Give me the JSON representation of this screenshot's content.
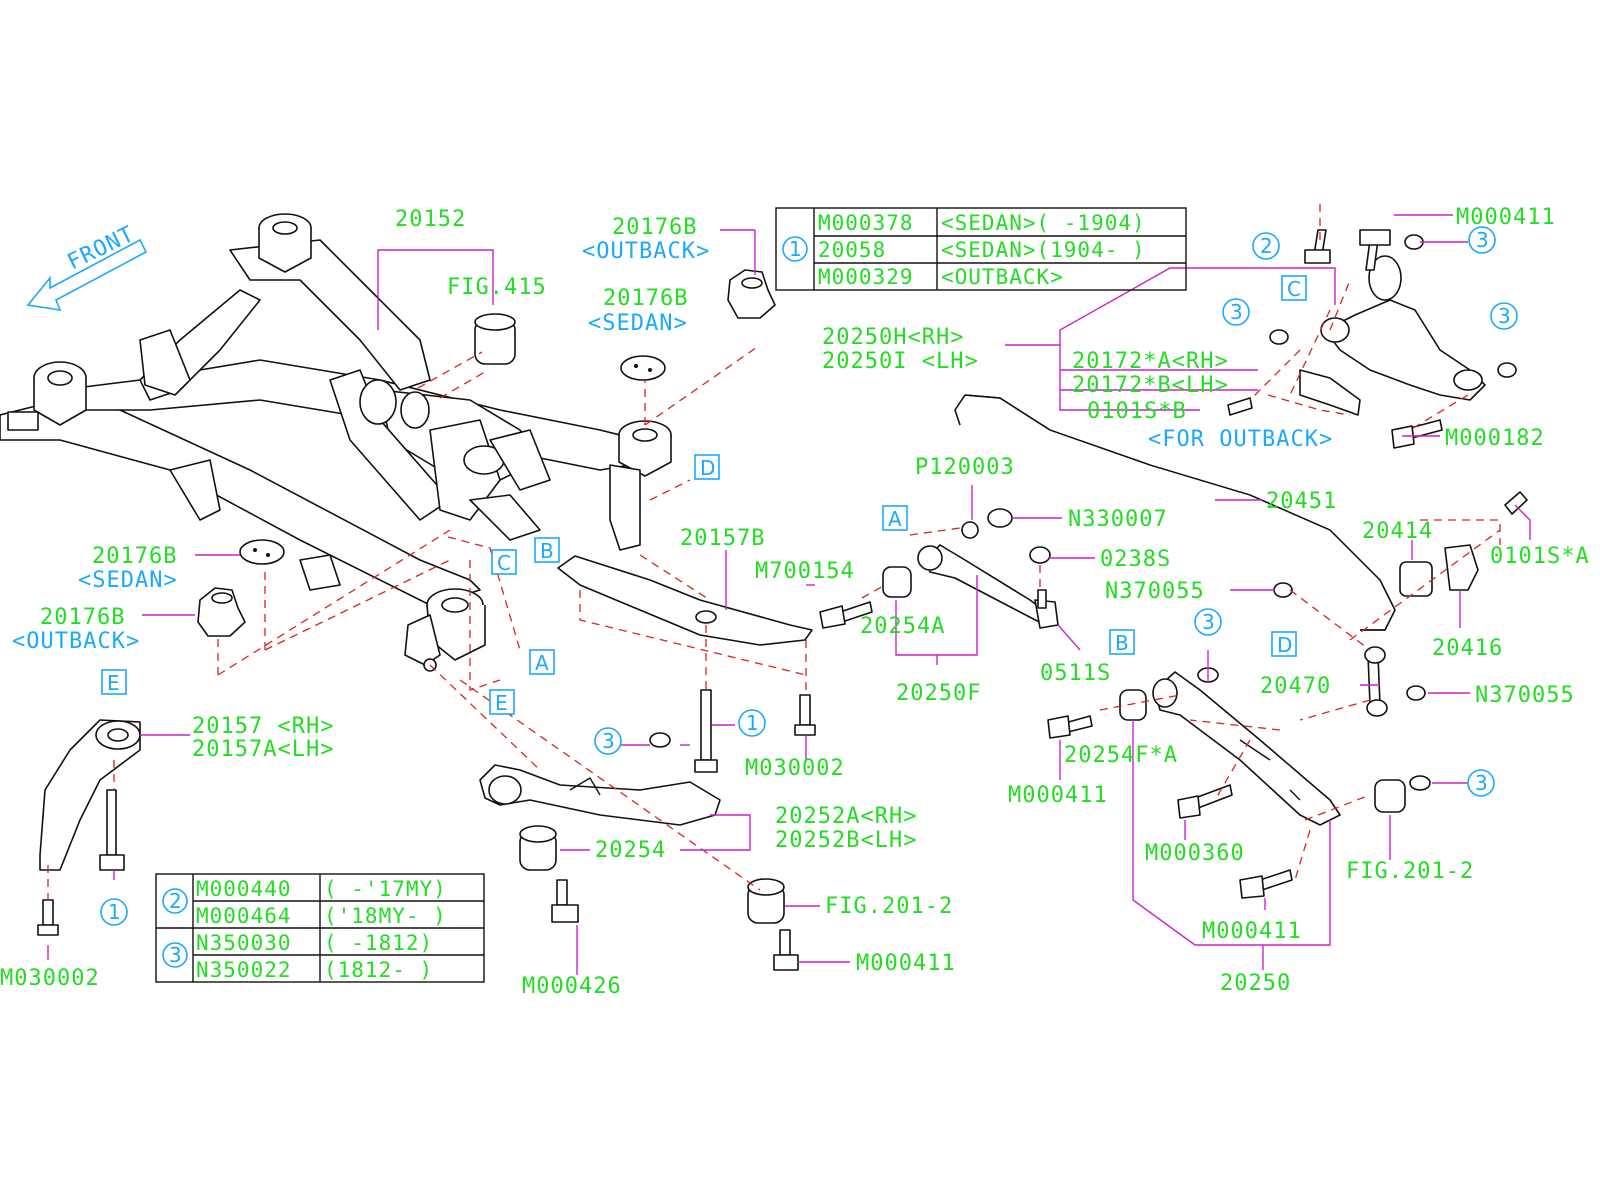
{
  "direction_label": "FRONT",
  "parts": {
    "p20152": "20152",
    "fig415": "FIG.415",
    "p20176b_outback_top": "20176B",
    "outback_top": "<OUTBACK>",
    "p20176b_sedan_top": "20176B",
    "sedan_top": "<SEDAN>",
    "p20176b_sedan_left": "20176B",
    "sedan_left": "<SEDAN>",
    "p20176b_outback_left": "20176B",
    "outback_left": "<OUTBACK>",
    "p20157_rh": "20157 <RH>",
    "p20157a_lh": "20157A<LH>",
    "m030002_left": "M030002",
    "p20157b": "20157B",
    "m700154": "M700154",
    "m030002_mid": "M030002",
    "p20252a_rh": "20252A<RH>",
    "p20252b_lh": "20252B<LH>",
    "p20254": "20254",
    "m000426": "M000426",
    "fig2012_mid": "FIG.201-2",
    "m000411_mid": "M000411",
    "p120003": "P120003",
    "n330007": "N330007",
    "p0238s": "0238S",
    "p20254a": "20254A",
    "p20250f": "20250F",
    "p0511s": "0511S",
    "p20250h_rh": "20250H<RH>",
    "p20250i_lh": "20250I <LH>",
    "p20172a_rh": "20172*A<RH>",
    "p20172b_lh": "20172*B<LH>",
    "p0101sb": "0101S*B",
    "for_outback": "<FOR OUTBACK>",
    "m000411_tr": "M000411",
    "m000182": "M000182",
    "p20451": "20451",
    "p20414": "20414",
    "p0101sa": "0101S*A",
    "n370055_a": "N370055",
    "p20416": "20416",
    "p20470": "20470",
    "n370055_b": "N370055",
    "p20254fa": "20254F*A",
    "m000411_br": "M000411",
    "m000360": "M000360",
    "fig2012_br": "FIG.201-2",
    "m000411_br2": "M000411",
    "p20250": "20250"
  },
  "refs": {
    "A": "A",
    "B": "B",
    "C": "C",
    "D": "D",
    "E": "E",
    "one": "1",
    "two": "2",
    "three": "3"
  },
  "table_top": {
    "key": "1",
    "rows": [
      {
        "part": "M000378",
        "note": "<SEDAN>( -1904)"
      },
      {
        "part": "20058",
        "note": "<SEDAN>(1904- )"
      },
      {
        "part": "M000329",
        "note": "<OUTBACK>"
      }
    ]
  },
  "table_bottom": {
    "groups": [
      {
        "key": "2",
        "rows": [
          {
            "part": "M000440",
            "note": "( -'17MY)"
          },
          {
            "part": "M000464",
            "note": "('18MY- )"
          }
        ]
      },
      {
        "key": "3",
        "rows": [
          {
            "part": "N350030",
            "note": "( -1812)"
          },
          {
            "part": "N350022",
            "note": "(1812- )"
          }
        ]
      }
    ]
  },
  "colors": {
    "label": "#22dd22",
    "reference": "#1ba8ff",
    "leader": "#cc22cc",
    "dashed_link": "#dd2222",
    "drawing": "#111111"
  }
}
